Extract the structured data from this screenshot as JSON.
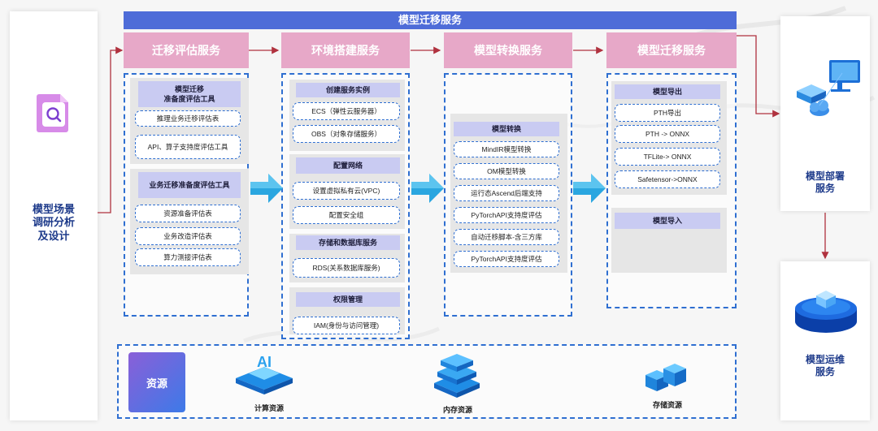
{
  "banner": "模型迁移服务",
  "left_card": {
    "title": "模型场景\n调研分析\n及设计",
    "icon": "document-search-icon"
  },
  "services": [
    {
      "title": "迁移评估服务",
      "groups": [
        {
          "header": "模型迁移\n准备度评估工具",
          "items": [
            "推理业务迁移评估表",
            "API、算子支持度评估工具"
          ]
        },
        {
          "header": "业务迁移准备度评估工具",
          "items": [
            "资源准备评估表",
            "业务改造评估表",
            "算力测接评估表"
          ]
        }
      ]
    },
    {
      "title": "环境搭建服务",
      "groups": [
        {
          "header": "创建服务实例",
          "items": [
            "ECS（弹性云服务器）",
            "OBS（对象存储服务）"
          ]
        },
        {
          "header": "配置网络",
          "items": [
            "设置虚拟私有云(VPC)",
            "配置安全组"
          ]
        },
        {
          "header": "存储和数据库服务",
          "items": [
            "RDS(关系数据库服务)"
          ]
        },
        {
          "header": "权限管理",
          "items": [
            "IAM(身份与访问管理)"
          ]
        }
      ]
    },
    {
      "title": "模型转换服务",
      "groups": [
        {
          "header": "模型转换",
          "items": [
            "MindIR模型转换",
            "OM模型转换",
            "运行态Ascend后端支持",
            "PyTorchAPI支持度评估",
            "自动迁移脚本-含三方库",
            "PyTorchAPI支持度评估"
          ]
        }
      ]
    },
    {
      "title": "模型迁移服务",
      "groups": [
        {
          "header": "模型导出",
          "items": [
            "PTH导出",
            "PTH -> ONNX",
            "TFLite-> ONNX",
            "Safetensor->ONNX"
          ]
        },
        {
          "header": "模型导入",
          "items": []
        }
      ]
    }
  ],
  "right_top": {
    "title": "模型部署\n服务",
    "icon": "cloud-server-icon"
  },
  "right_bottom": {
    "title": "模型运维\n服务",
    "icon": "database-cylinder-icon"
  },
  "resources": {
    "title": "资源",
    "items": [
      {
        "label": "计算资源",
        "icon": "ai-chip-icon"
      },
      {
        "label": "内存资源",
        "icon": "server-stack-icon"
      },
      {
        "label": "存储资源",
        "icon": "storage-cubes-icon"
      }
    ]
  },
  "colors": {
    "banner": "#4e6cd8",
    "service_header": "#e7a8c8",
    "dash": "#2f6fd1",
    "sub_header": "#c9cbf2",
    "connector": "#b0323f",
    "big_arrow": "#2aa6e0"
  }
}
